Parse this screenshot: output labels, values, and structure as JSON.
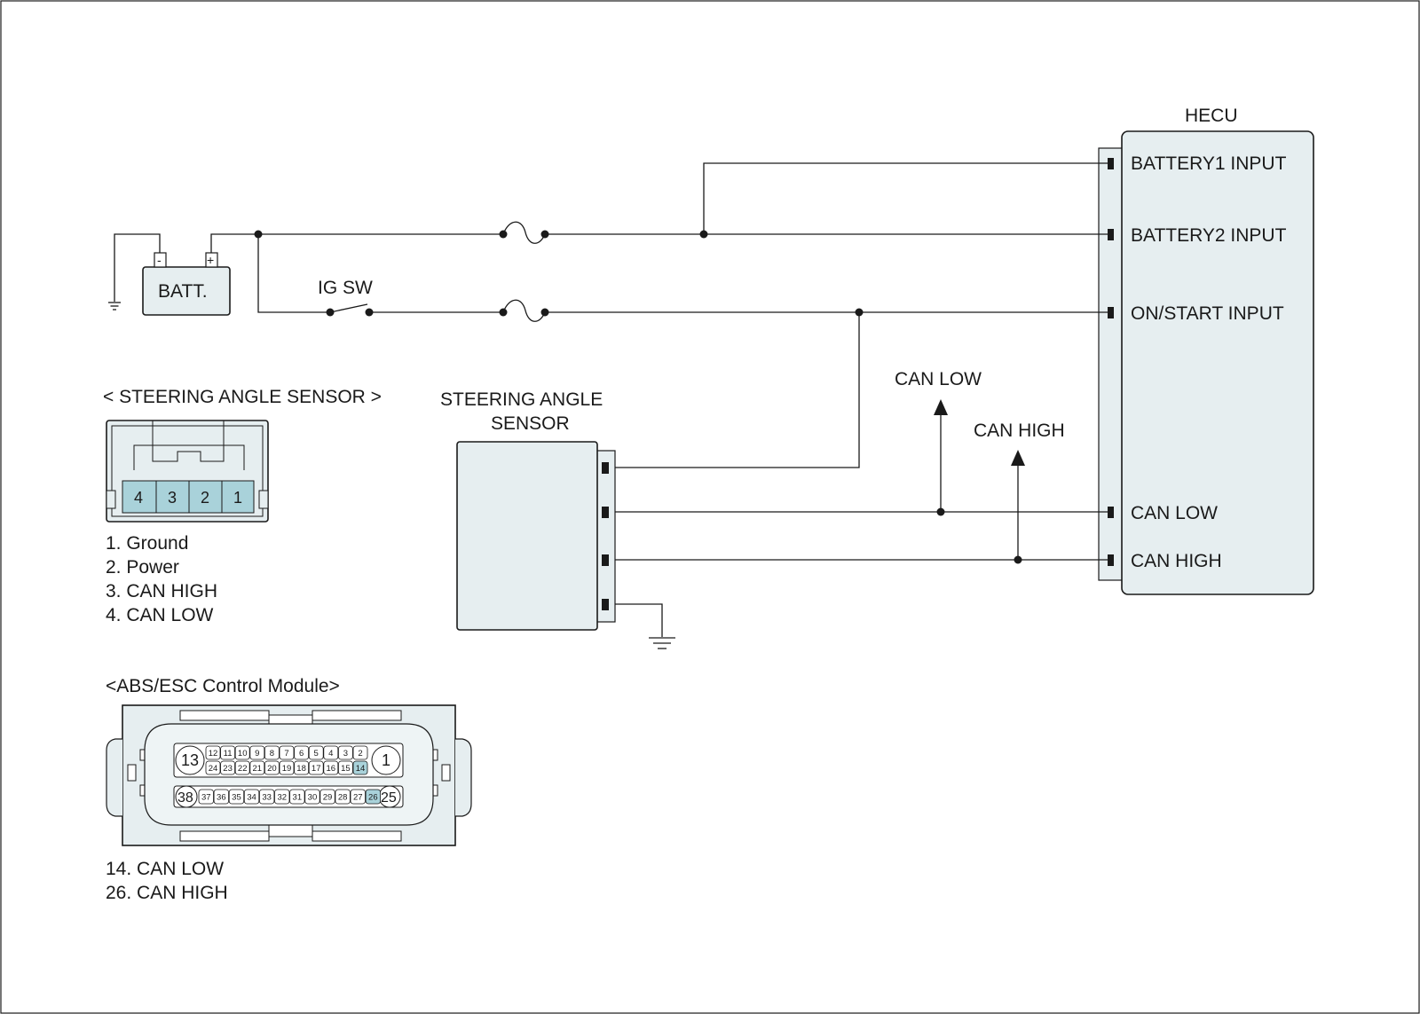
{
  "title": "",
  "hecu": {
    "title": "HECU",
    "pins": [
      "BATTERY1 INPUT",
      "BATTERY2 INPUT",
      "ON/START INPUT",
      "CAN LOW",
      "CAN HIGH"
    ]
  },
  "battery": {
    "label": "BATT.",
    "neg": "-",
    "pos": "+"
  },
  "ig_switch": {
    "label": "IG SW"
  },
  "sensor": {
    "title_line1": "STEERING ANGLE",
    "title_line2": "SENSOR"
  },
  "can_arrows": {
    "low": "CAN LOW",
    "high": "CAN HIGH"
  },
  "sas_connector": {
    "heading": "< STEERING ANGLE SENSOR >",
    "pins": [
      "4",
      "3",
      "2",
      "1"
    ],
    "legend": [
      "1. Ground",
      "2. Power",
      "3. CAN HIGH",
      "4. CAN LOW"
    ]
  },
  "abs_connector": {
    "heading": "<ABS/ESC Control Module>",
    "top_big": [
      "13",
      "1"
    ],
    "top_row1": [
      "12",
      "11",
      "10",
      "9",
      "8",
      "7",
      "6",
      "5",
      "4",
      "3",
      "2"
    ],
    "top_row2": [
      "24",
      "23",
      "22",
      "21",
      "20",
      "19",
      "18",
      "17",
      "16",
      "15",
      "14"
    ],
    "bottom_big": [
      "38",
      "25"
    ],
    "bottom_row": [
      "37",
      "36",
      "35",
      "34",
      "33",
      "32",
      "31",
      "30",
      "29",
      "28",
      "27",
      "26"
    ],
    "highlight": [
      "14",
      "26"
    ],
    "legend": [
      "14. CAN LOW",
      "26. CAN HIGH"
    ]
  },
  "colors": {
    "box_fill": "#e6eef0",
    "highlight": "#a9d2da",
    "line": "#1a1a1a"
  }
}
